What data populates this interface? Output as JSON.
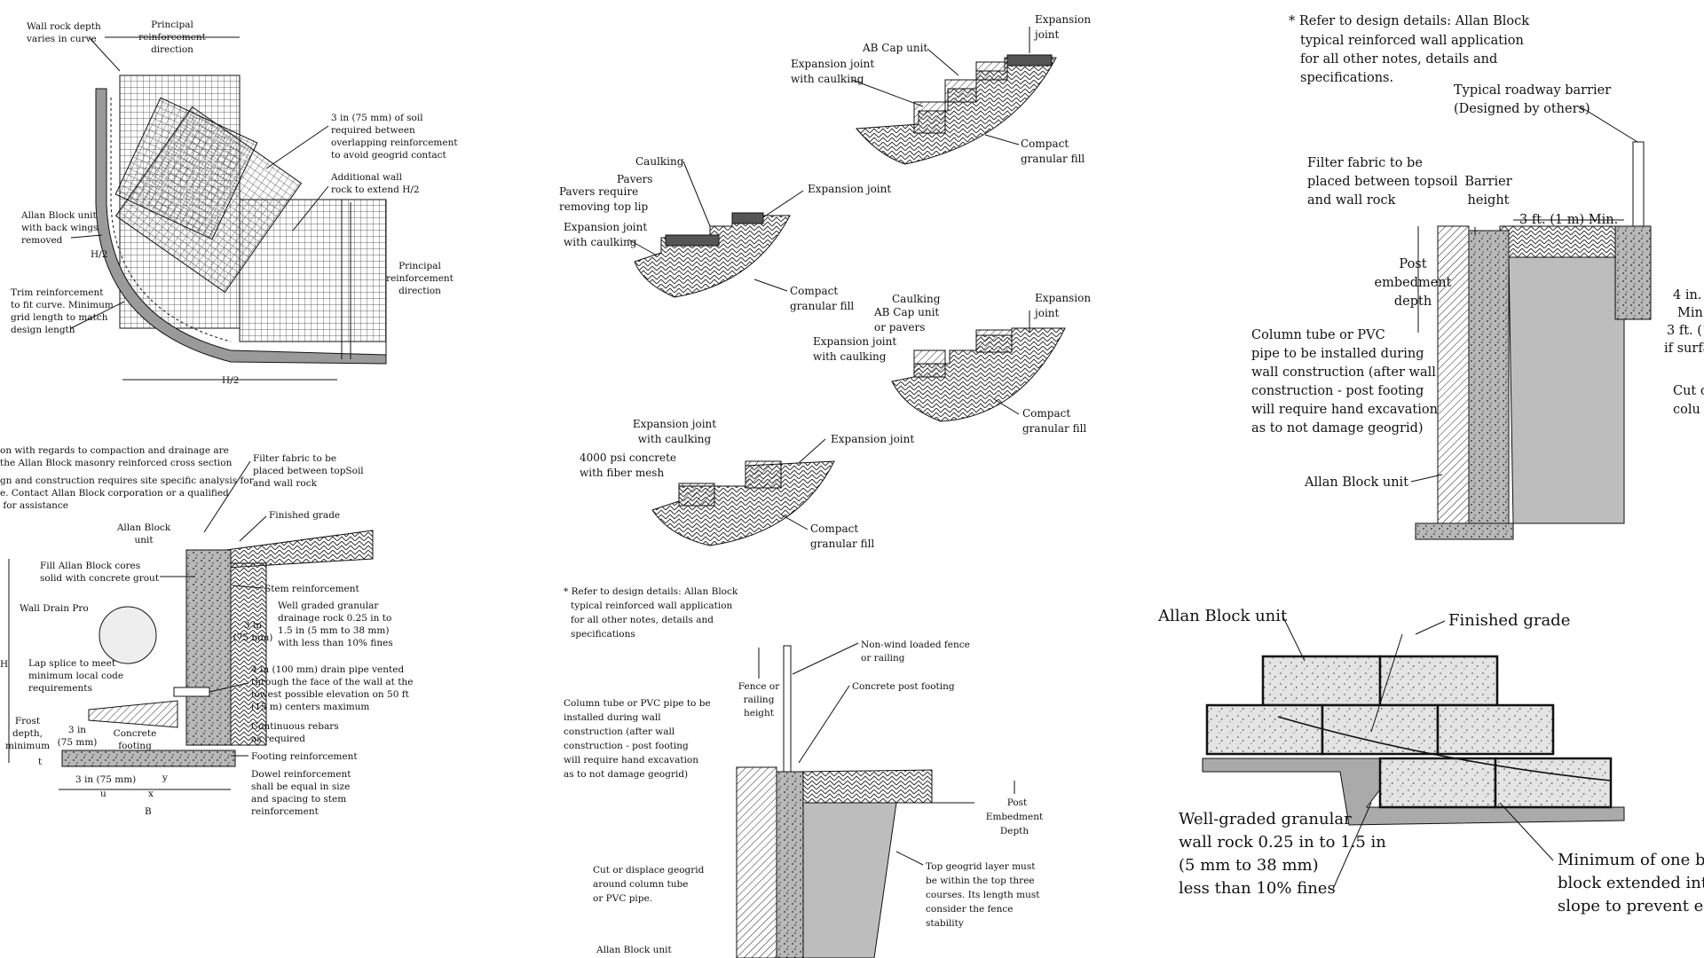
{
  "curve": {
    "wall_rock_depth": [
      "Wall rock depth",
      "varies in curve"
    ],
    "principal_top": [
      "Principal",
      "reinforcement",
      "direction"
    ],
    "soil_gap": [
      "3 in (75 mm) of soil",
      "required between",
      "overlapping reinforcement",
      "to avoid geogrid contact"
    ],
    "additional_rock": [
      "Additional wall",
      "rock to extend H/2"
    ],
    "unit_backwings": [
      "Allan Block unit",
      "with back wings",
      "removed"
    ],
    "h2_left": "H/2",
    "principal_right": [
      "Principal",
      "reinforcement",
      "direction"
    ],
    "trim": [
      "Trim reinforcement",
      "to fit curve. Minimum",
      "grid length to match",
      "design length"
    ],
    "h2_bottom": "H/2"
  },
  "masonry": {
    "notes": [
      "on with regards to compaction and drainage are",
      "the Allan Block masonry reinforced cross section",
      "gn and construction requires site specific analysis for",
      "e. Contact Allan Block corporation or a qualified",
      " for assistance"
    ],
    "filter_fabric": [
      "Filter fabric to be",
      "placed between topSoil",
      "and wall rock"
    ],
    "finished_grade": "Finished grade",
    "ab_unit": [
      "Allan Block",
      "unit"
    ],
    "fill_cores": [
      "Fill Allan Block cores",
      "solid with concrete grout"
    ],
    "stem_reinf": "Stem reinforcement",
    "wall_drain": "Wall Drain Pro",
    "drainage_rock": [
      "Well graded granular",
      "drainage rock 0.25 in to",
      "1.5 in (5 mm to 38 mm)",
      "with less than 10% fines"
    ],
    "three_in_a": [
      "3 in",
      "(75 mm)"
    ],
    "lap_splice": [
      "Lap splice to meet",
      "minimum local code",
      "requirements"
    ],
    "drain_pipe": [
      "4 in (100 mm) drain pipe vented",
      "through the face of the wall at the",
      "lowest possible elevation on  50 ft",
      "(15 m) centers maximum"
    ],
    "h": "H",
    "frost": [
      "Frost",
      "depth,",
      "minimum"
    ],
    "three_in_b": [
      "3 in",
      "(75 mm)"
    ],
    "concrete_footing": [
      "Concrete",
      "footing"
    ],
    "continuous_rebars": [
      "Continuous rebars",
      "as required"
    ],
    "footing_reinf": "Footing reinforcement",
    "t": "t",
    "three_in_c": "3 in (75 mm)",
    "y": "y",
    "dowel": [
      "Dowel reinforcement",
      "shall be equal in size",
      "and spacing to stem",
      "reinforcement"
    ],
    "u": "u",
    "x": "x",
    "b": "B"
  },
  "steps": {
    "s1": {
      "exp_joint": [
        "Expansion",
        "joint"
      ],
      "cap": "AB Cap unit",
      "exp_caulk": [
        "Expansion joint",
        "with caulking"
      ],
      "fill": [
        "Compact",
        "granular fill"
      ]
    },
    "s2": {
      "caulking": "Caulking",
      "pavers": "Pavers",
      "pavers_req": [
        "Pavers require",
        "removing top lip"
      ],
      "exp_joint": "Expansion joint",
      "exp_caulk": [
        "Expansion joint",
        "with caulking"
      ],
      "fill": [
        "Compact",
        "granular fill"
      ]
    },
    "s3": {
      "caulking": "Caulking",
      "cap": [
        "AB Cap unit",
        "or pavers"
      ],
      "exp_joint": [
        "Expansion",
        "joint"
      ],
      "exp_caulk": [
        "Expansion joint",
        "with caulking"
      ],
      "fill": [
        "Compact",
        "granular fill"
      ]
    },
    "s4": {
      "exp_caulk": [
        "Expansion joint",
        "with caulking"
      ],
      "concrete": [
        "4000 psi concrete",
        "with fiber mesh"
      ],
      "exp_joint": "Expansion joint",
      "fill": [
        "Compact",
        "granular fill"
      ]
    }
  },
  "fence": {
    "refer": [
      "* Refer to design details: Allan Block",
      "typical reinforced wall application",
      "for all other notes, details and",
      "specifications"
    ],
    "non_wind": [
      "Non-wind loaded fence",
      "or railing"
    ],
    "fence_height": [
      "Fence or",
      "railing",
      "height"
    ],
    "post_footing": "Concrete post footing",
    "column_tube": [
      "Column tube or PVC pipe to be",
      "installed during wall",
      "construction (after wall",
      "construction - post footing",
      "will require hand excavation",
      "as to not damage geogrid)"
    ],
    "post_embed": [
      "Post",
      "Embedment",
      "Depth"
    ],
    "cut_geogrid": [
      "Cut or displace geogrid",
      "around column tube",
      "or PVC pipe."
    ],
    "top_geogrid": [
      "Top geogrid layer must",
      "be within the top three",
      "courses. Its length must",
      "consider the fence",
      "stability"
    ],
    "ab_unit": "Allan Block unit"
  },
  "barrier": {
    "refer": [
      "* Refer to design details: Allan Block",
      "typical reinforced wall application",
      "for all other notes, details and",
      "specifications."
    ],
    "roadway": [
      "Typical roadway barrier",
      "(Designed by others)"
    ],
    "filter": [
      "Filter fabric to be",
      "placed between topsoil",
      "and wall rock"
    ],
    "barrier_height": [
      "Barrier",
      "height"
    ],
    "three_ft": "3 ft. (1 m) Min.",
    "post_embed": [
      "Post",
      "embedment",
      "depth"
    ],
    "column": [
      "Column tube or PVC",
      "pipe to be installed during",
      "wall construction (after wall",
      "construction - post footing",
      "will require hand excavation",
      "as to not damage geogrid)"
    ],
    "right_cut": [
      "4 in.",
      "Min.",
      "3 ft. (1",
      "if surfa"
    ],
    "cut_col": [
      "Cut o",
      "colu"
    ],
    "ab_unit": "Allan Block unit"
  },
  "blocks": {
    "ab_unit": "Allan Block unit",
    "finished_grade": "Finished grade",
    "rock": [
      "Well-graded granular",
      "wall rock 0.25 in to 1.5 in",
      "(5 mm to 38 mm)",
      "less than 10% fines"
    ],
    "minimum": [
      "Minimum of one bu",
      "block extended int",
      "slope to prevent er"
    ]
  }
}
